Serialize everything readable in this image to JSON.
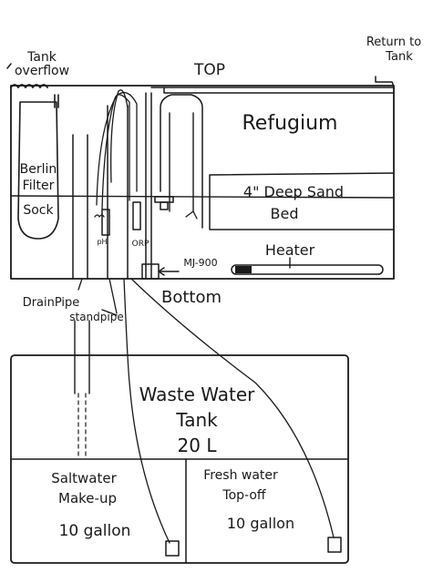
{
  "diagram": {
    "title": "Back View",
    "labels": {
      "top": "TOP",
      "bottom": "Bottom",
      "tank_overflow_1": "Tank",
      "tank_overflow_2": "overflow",
      "return_1": "Return to",
      "return_2": "Tank",
      "refugium": "Refugium",
      "sand_1": "4\" Deep Sand",
      "sand_2": "Bed",
      "heater": "Heater",
      "mj": "MJ-900",
      "berlin_1": "Berlin",
      "berlin_2": "Filter",
      "berlin_3": "Sock",
      "ph": "pH",
      "orp": "ORP",
      "drain": "DrainPipe",
      "standpipe": "standpipe",
      "waste_1": "Waste Water",
      "waste_2": "Tank",
      "waste_3": "20 L",
      "salt_1": "Saltwater",
      "salt_2": "Make-up",
      "salt_3": "10 gallon",
      "fresh_1": "Fresh water",
      "fresh_2": "Top-off",
      "fresh_3": "10 gallon"
    },
    "colors": {
      "ink": "#1a1a1a",
      "paper": "#ffffff"
    }
  }
}
